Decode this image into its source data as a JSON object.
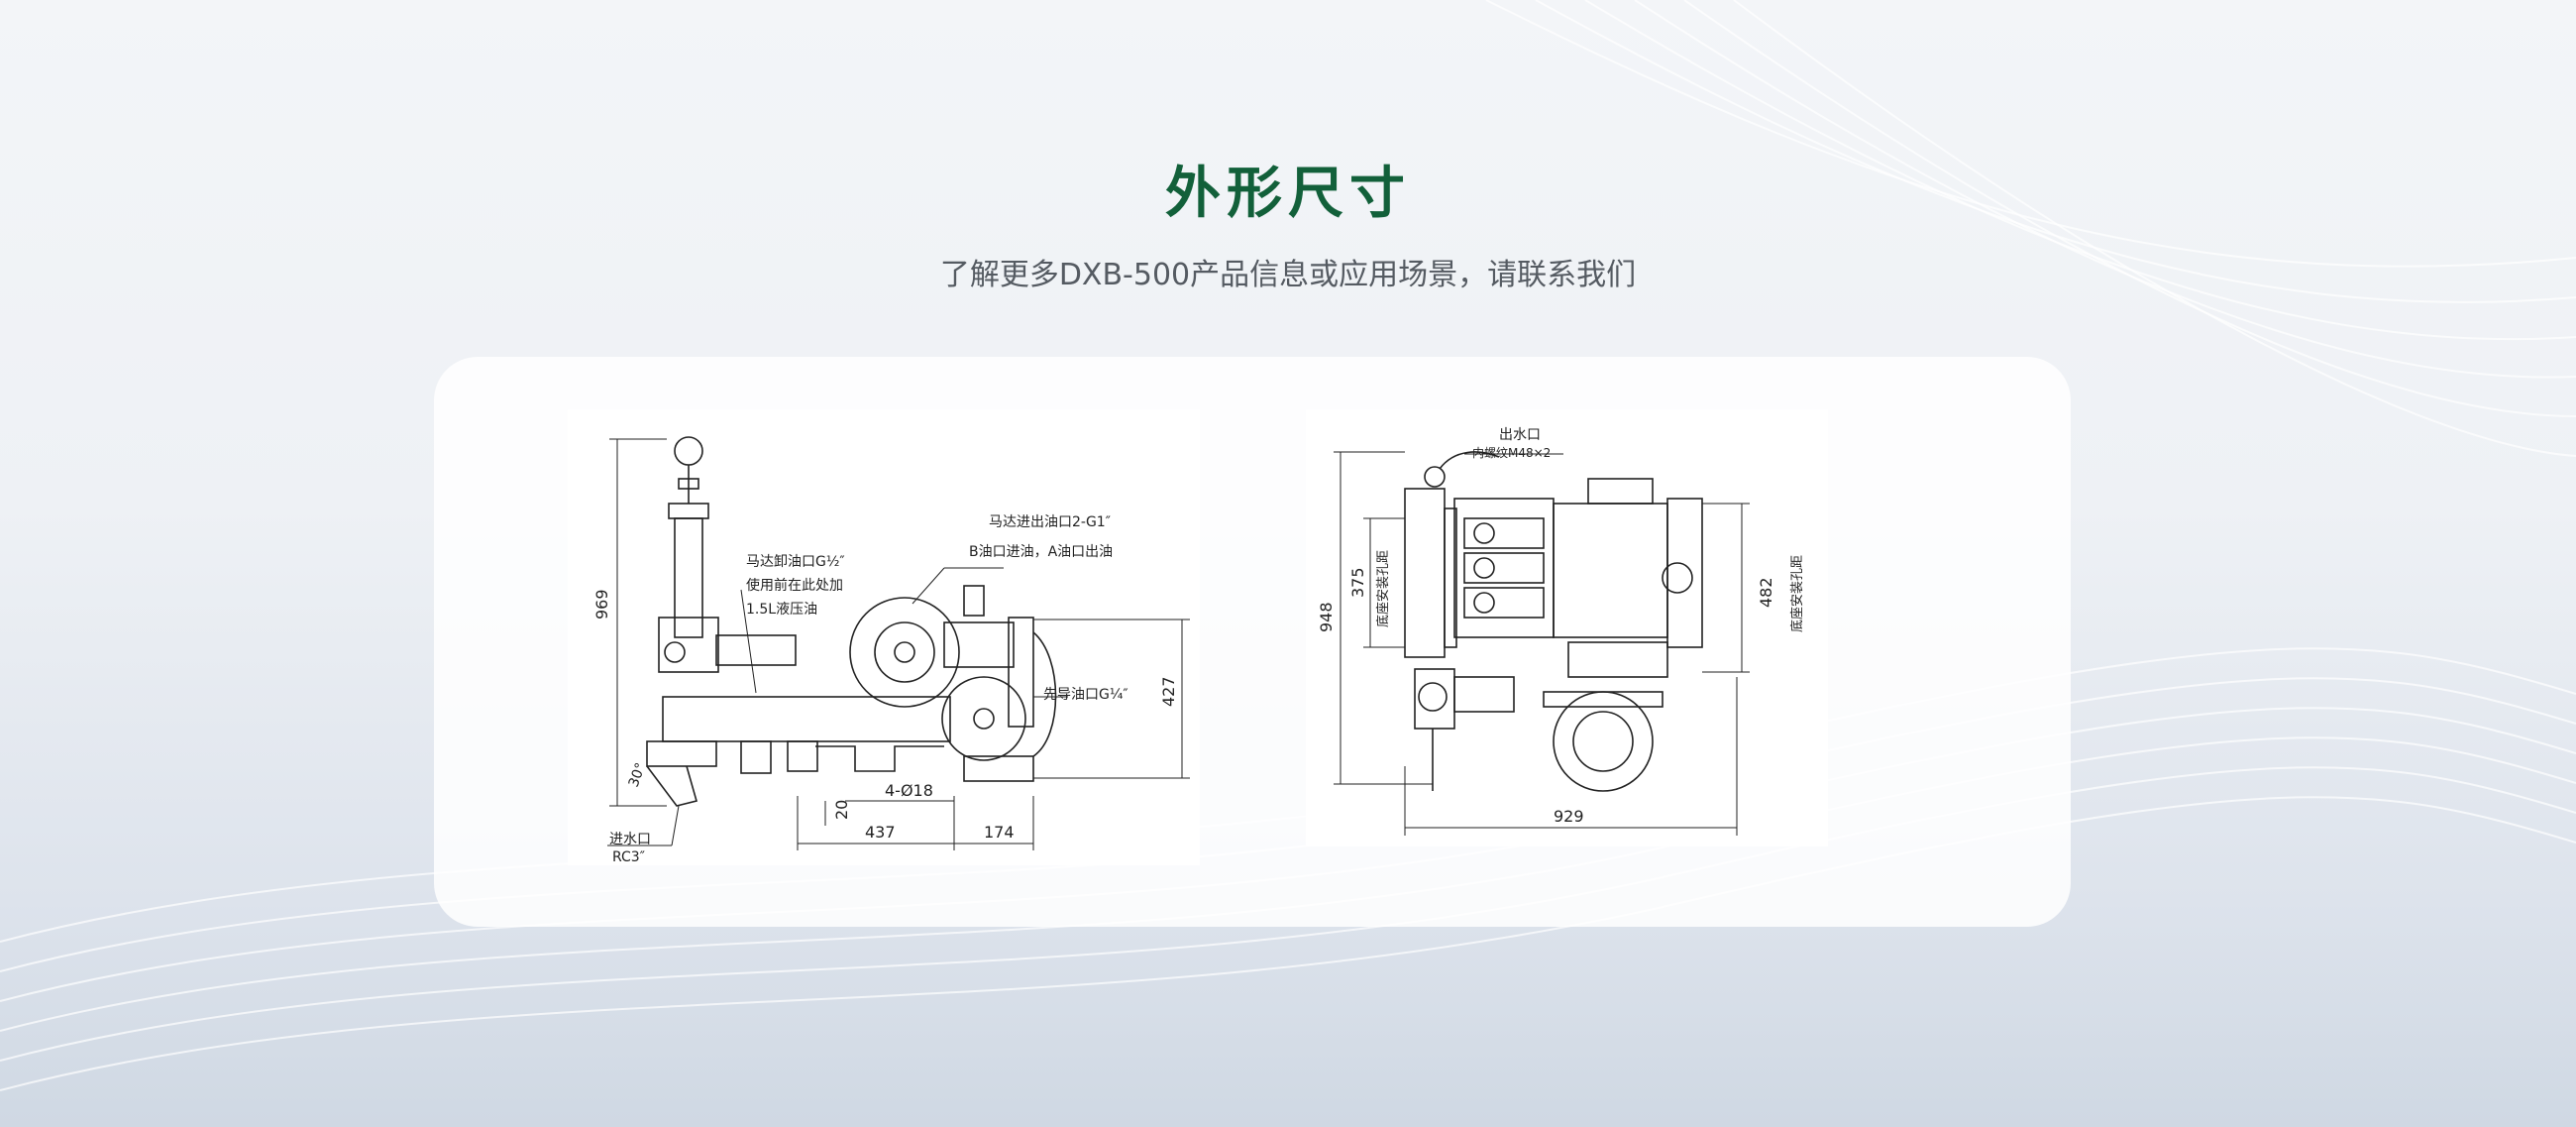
{
  "page": {
    "title": "外形尺寸",
    "subtitle": "了解更多DXB-500产品信息或应用场景，请联系我们"
  },
  "side_view": {
    "dim_height": "969",
    "dim_427": "427",
    "dim_20": "20",
    "dim_437": "437",
    "dim_174": "174",
    "dim_holes": "4-Ø18",
    "angle": "30°",
    "motor_drain_1": "马达卸油口G½″",
    "motor_drain_2": "使用前在此处加",
    "motor_drain_3": "1.5L液压油",
    "motor_port_1": "马达进出油口2-G1″",
    "motor_port_2": "B油口进油，A油口出油",
    "pilot_port": "先导油口G¼″",
    "inlet_1": "进水口",
    "inlet_2": "RC3″"
  },
  "top_view": {
    "outlet_1": "出水口",
    "outlet_2": "内螺纹M48×2",
    "dim_948": "948",
    "dim_375": "375",
    "dim_482": "482",
    "dim_929": "929",
    "base_hole_left": "底座安装孔距",
    "base_hole_right": "底座安装孔距"
  },
  "colors": {
    "title": "#12603a",
    "subtitle": "#555b62",
    "line": "#222222"
  }
}
